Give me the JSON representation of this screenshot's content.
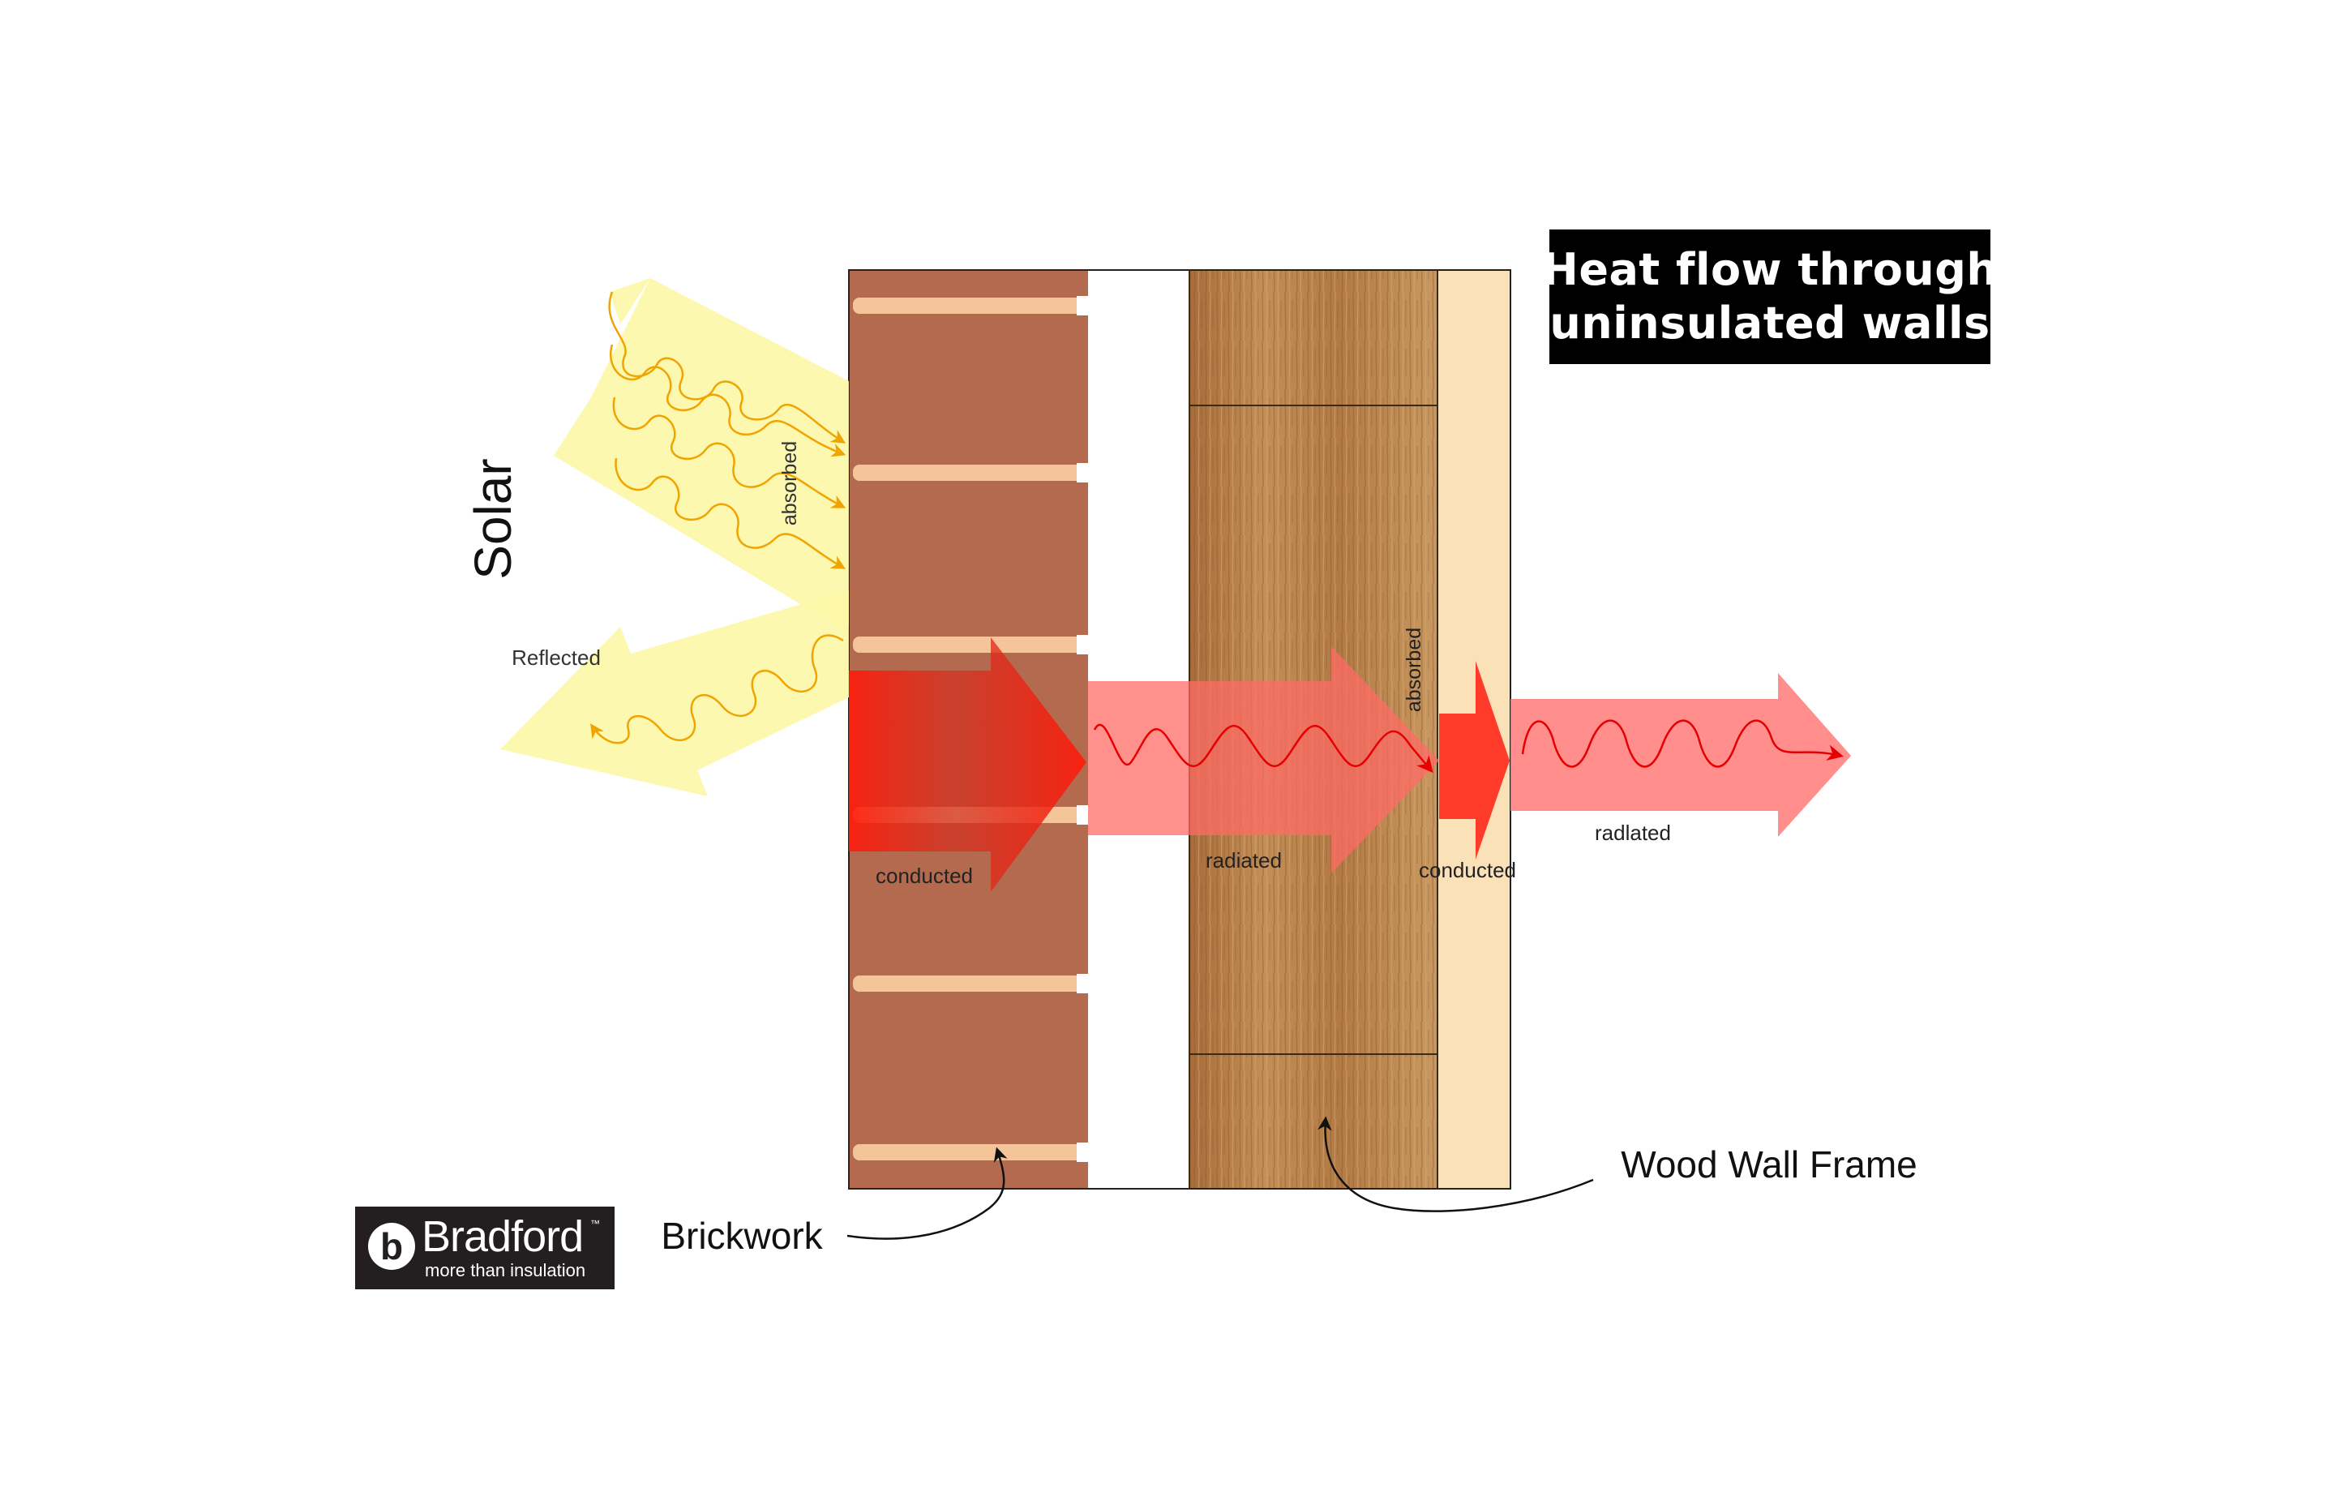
{
  "title": {
    "line1": "Heat flow through",
    "line2": "uninsulated walls"
  },
  "labels": {
    "solar": "Solar",
    "reflected": "Reflected",
    "absorbed_brick": "absorbed",
    "conducted_brick": "conducted",
    "radiated_cavity": "radiated",
    "absorbed_frame": "absorbed",
    "conducted_frame": "conducted",
    "radiated_out": "radlated",
    "brickwork": "Brickwork",
    "wood_wall_frame": "Wood Wall Frame"
  },
  "logo": {
    "name": "Bradford",
    "trademark": "™",
    "tagline": "more than insulation"
  },
  "colors": {
    "brick": "#b36a4f",
    "mortar": "#f5c59a",
    "wood": "#b8804a",
    "plaster": "#fae1b8",
    "solar_arrow": "#fdf7a6",
    "heat_arrow": "#ff2a1a",
    "radiated_arrow": "#ff7a78",
    "wave_yellow": "#f0a400",
    "wave_red": "#e60000"
  }
}
